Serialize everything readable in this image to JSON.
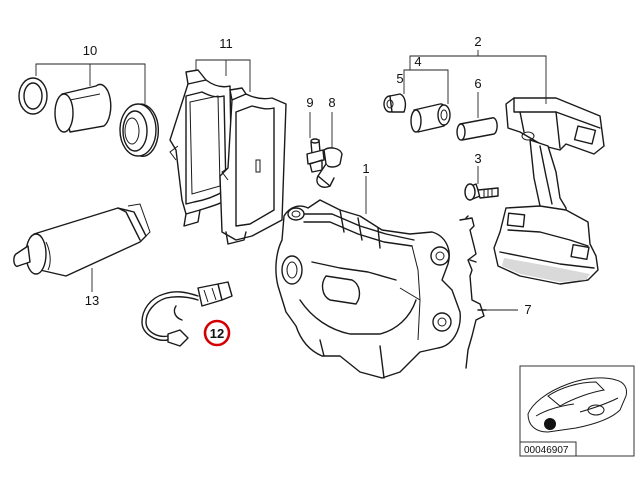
{
  "labels": {
    "p1": "1",
    "p2": "2",
    "p3": "3",
    "p4": "4",
    "p5": "5",
    "p6": "6",
    "p7": "7",
    "p8": "8",
    "p9": "9",
    "p10": "10",
    "p11": "11",
    "p12": "12",
    "p13": "13"
  },
  "highlight": {
    "part": "12",
    "color": "#d40000"
  },
  "inset": {
    "ref_code": "00046907"
  }
}
